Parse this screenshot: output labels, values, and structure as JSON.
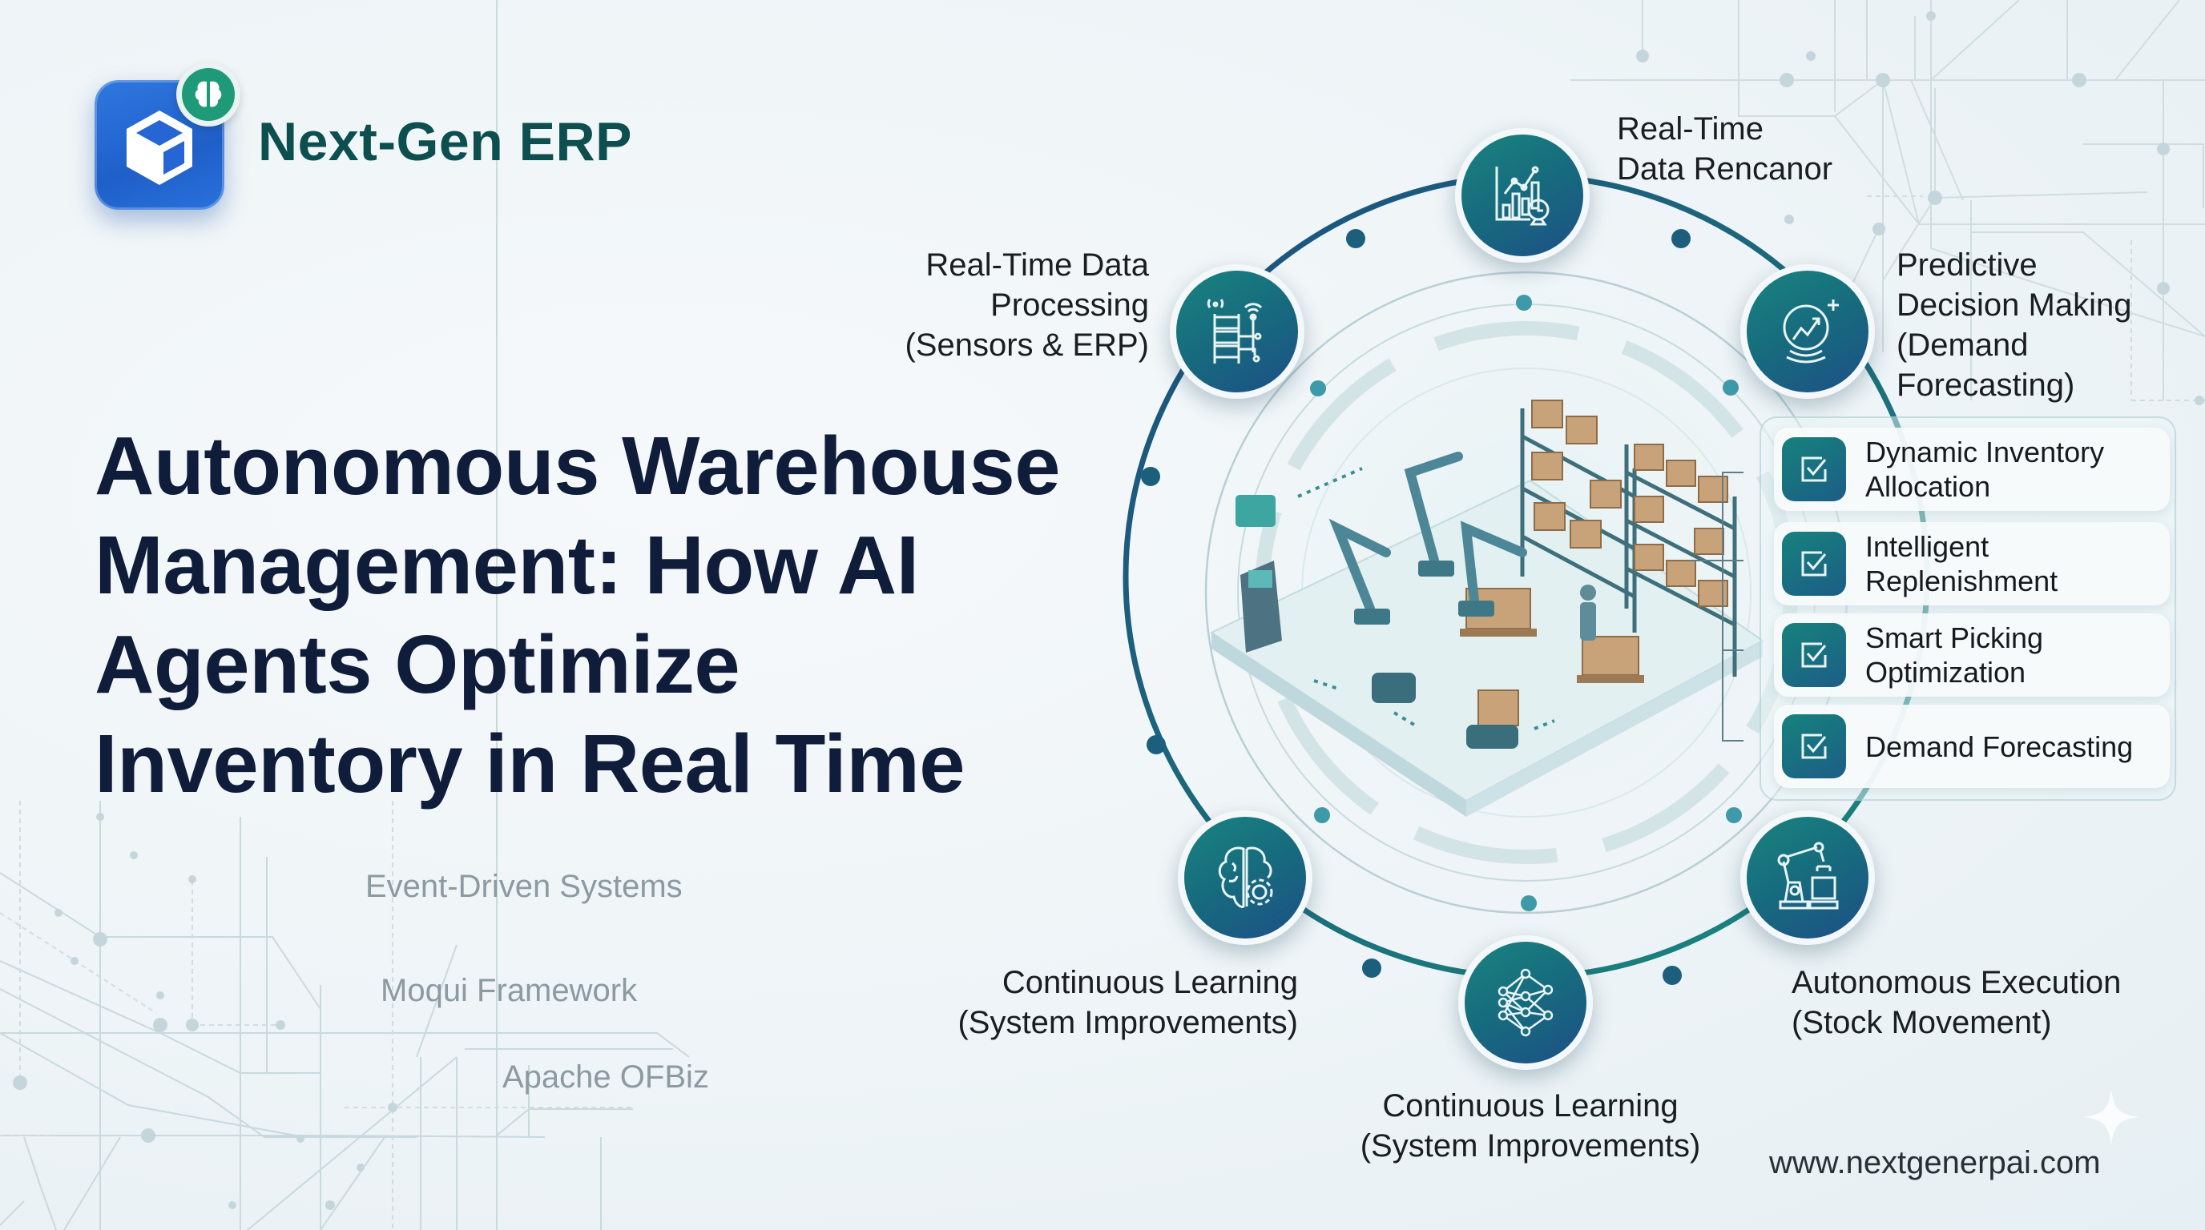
{
  "brand": {
    "name": "Next-Gen ERP",
    "logo_icon": "cube-icon",
    "badge_icon": "brain-icon",
    "logo_color": "#2467d0",
    "badge_color": "#1f9a78"
  },
  "title": {
    "lines": [
      "Autonomous Warehouse",
      "Management: How AI",
      "Agents Optimize",
      "Inventory in Real Time"
    ],
    "color": "#0f1d3a"
  },
  "technologies": [
    {
      "label": "Event-Driven Systems"
    },
    {
      "label": "Moqui Framework"
    },
    {
      "label": "Apache OFBiz"
    }
  ],
  "cycle": {
    "ring_color": "#1b6b7a",
    "nodes": [
      {
        "id": "top",
        "icon": "chart-clock-icon",
        "label_lines": [
          "Real-Time",
          "Data Rencanor"
        ]
      },
      {
        "id": "upper-left",
        "icon": "server-sensor-icon",
        "label_lines": [
          "Real-Time Data",
          "Processing",
          "(Sensors & ERP)"
        ]
      },
      {
        "id": "upper-right",
        "icon": "crystal-ball-trend-icon",
        "label_lines": [
          "Predictive",
          "Decision Making",
          "(Demand",
          "Forecasting)"
        ]
      },
      {
        "id": "lower-left",
        "icon": "brain-gear-icon",
        "label_lines": [
          "Continuous Learning",
          "(System Improvements)"
        ]
      },
      {
        "id": "bottom",
        "icon": "neural-network-icon",
        "label_lines": [
          "Continuous Learning",
          "(System Improvements)"
        ]
      },
      {
        "id": "lower-right",
        "icon": "robot-arm-box-icon",
        "label_lines": [
          "Autonomous Execution",
          "(Stock Movement)"
        ]
      }
    ]
  },
  "center_illustration": {
    "description": "Isometric warehouse floor with robotic arms, shelving with boxes, AGV robots, pallets, worker and kiosk"
  },
  "checklist": {
    "items": [
      {
        "lines": [
          "Dynamic Inventory",
          "Allocation"
        ]
      },
      {
        "lines": [
          "Intelligent",
          "Replenishment"
        ]
      },
      {
        "lines": [
          "Smart Picking",
          "Optimization"
        ]
      },
      {
        "lines": [
          "Demand Forecasting"
        ]
      }
    ]
  },
  "footer": {
    "url": "www.nextgenerpai.com"
  }
}
